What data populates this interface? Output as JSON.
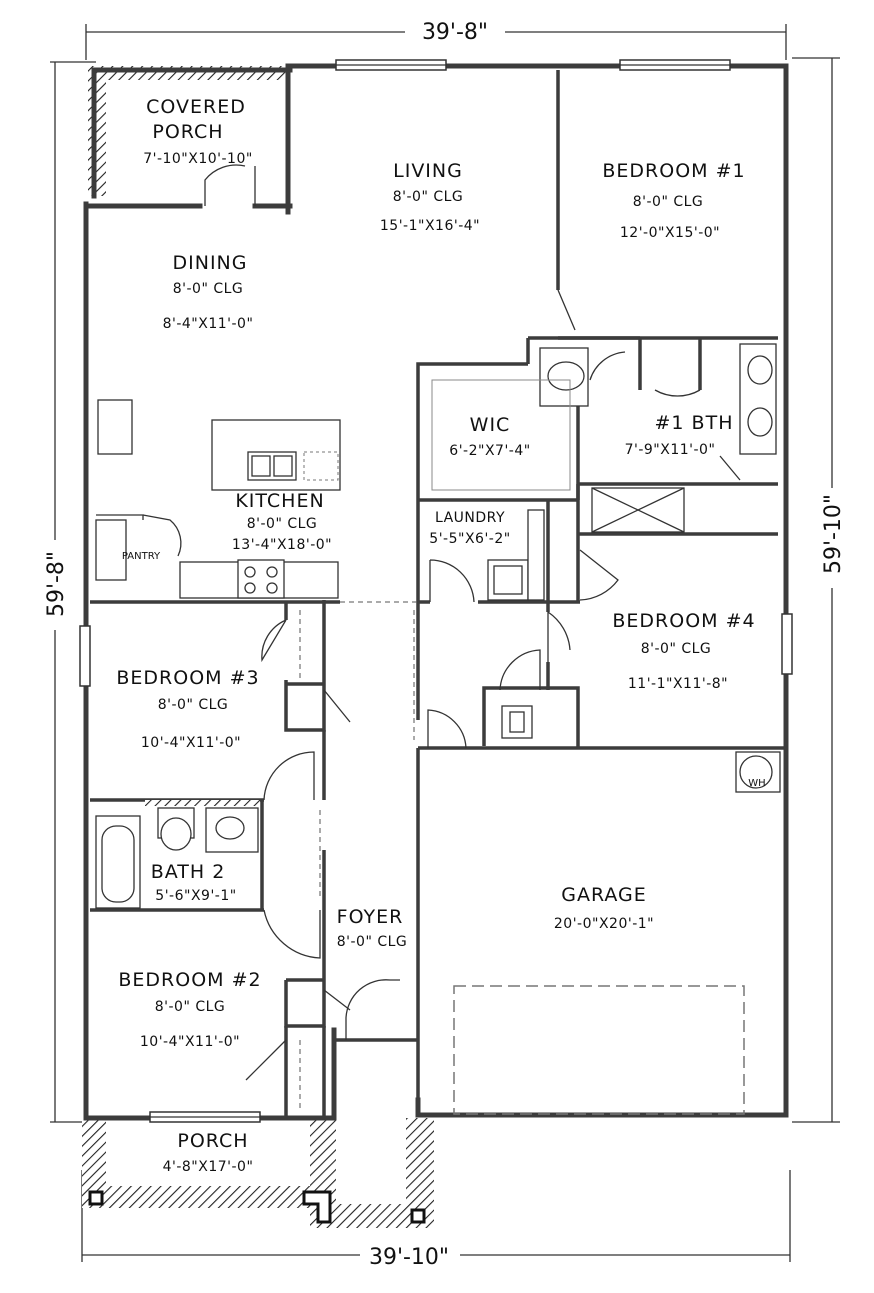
{
  "dimensions": {
    "top": "39'-8\"",
    "bottom": "39'-10\"",
    "left": "59'-8\"",
    "right": "59'-10\""
  },
  "rooms": {
    "covered_porch": {
      "name1": "COVERED",
      "name2": "PORCH",
      "size": "7'-10\"X10'-10\""
    },
    "living": {
      "name": "LIVING",
      "ceiling": "8'-0\" CLG",
      "size": "15'-1\"X16'-4\""
    },
    "bedroom1": {
      "name": "BEDROOM #1",
      "ceiling": "8'-0\" CLG",
      "size": "12'-0\"X15'-0\""
    },
    "dining": {
      "name": "DINING",
      "ceiling": "8'-0\" CLG",
      "size": "8'-4\"X11'-0\""
    },
    "wic": {
      "name": "WIC",
      "size": "6'-2\"X7'-4\""
    },
    "bath1": {
      "name": "#1 BTH",
      "size": "7'-9\"X11'-0\""
    },
    "kitchen": {
      "name": "KITCHEN",
      "ceiling": "8'-0\" CLG",
      "size": "13'-4\"X18'-0\""
    },
    "pantry": {
      "name": "PANTRY"
    },
    "laundry": {
      "name": "LAUNDRY",
      "size": "5'-5\"X6'-2\""
    },
    "bedroom4": {
      "name": "BEDROOM #4",
      "ceiling": "8'-0\" CLG",
      "size": "11'-1\"X11'-8\""
    },
    "bedroom3": {
      "name": "BEDROOM #3",
      "ceiling": "8'-0\" CLG",
      "size": "10'-4\"X11'-0\""
    },
    "water_heater": {
      "name": "WH"
    },
    "bath2": {
      "name": "BATH 2",
      "size": "5'-6\"X9'-1\""
    },
    "garage": {
      "name": "GARAGE",
      "size": "20'-0\"X20'-1\""
    },
    "foyer": {
      "name": "FOYER",
      "ceiling": "8'-0\" CLG"
    },
    "bedroom2": {
      "name": "BEDROOM #2",
      "ceiling": "8'-0\" CLG",
      "size": "10'-4\"X11'-0\""
    },
    "porch": {
      "name": "PORCH",
      "size": "4'-8\"X17'-0\""
    }
  }
}
